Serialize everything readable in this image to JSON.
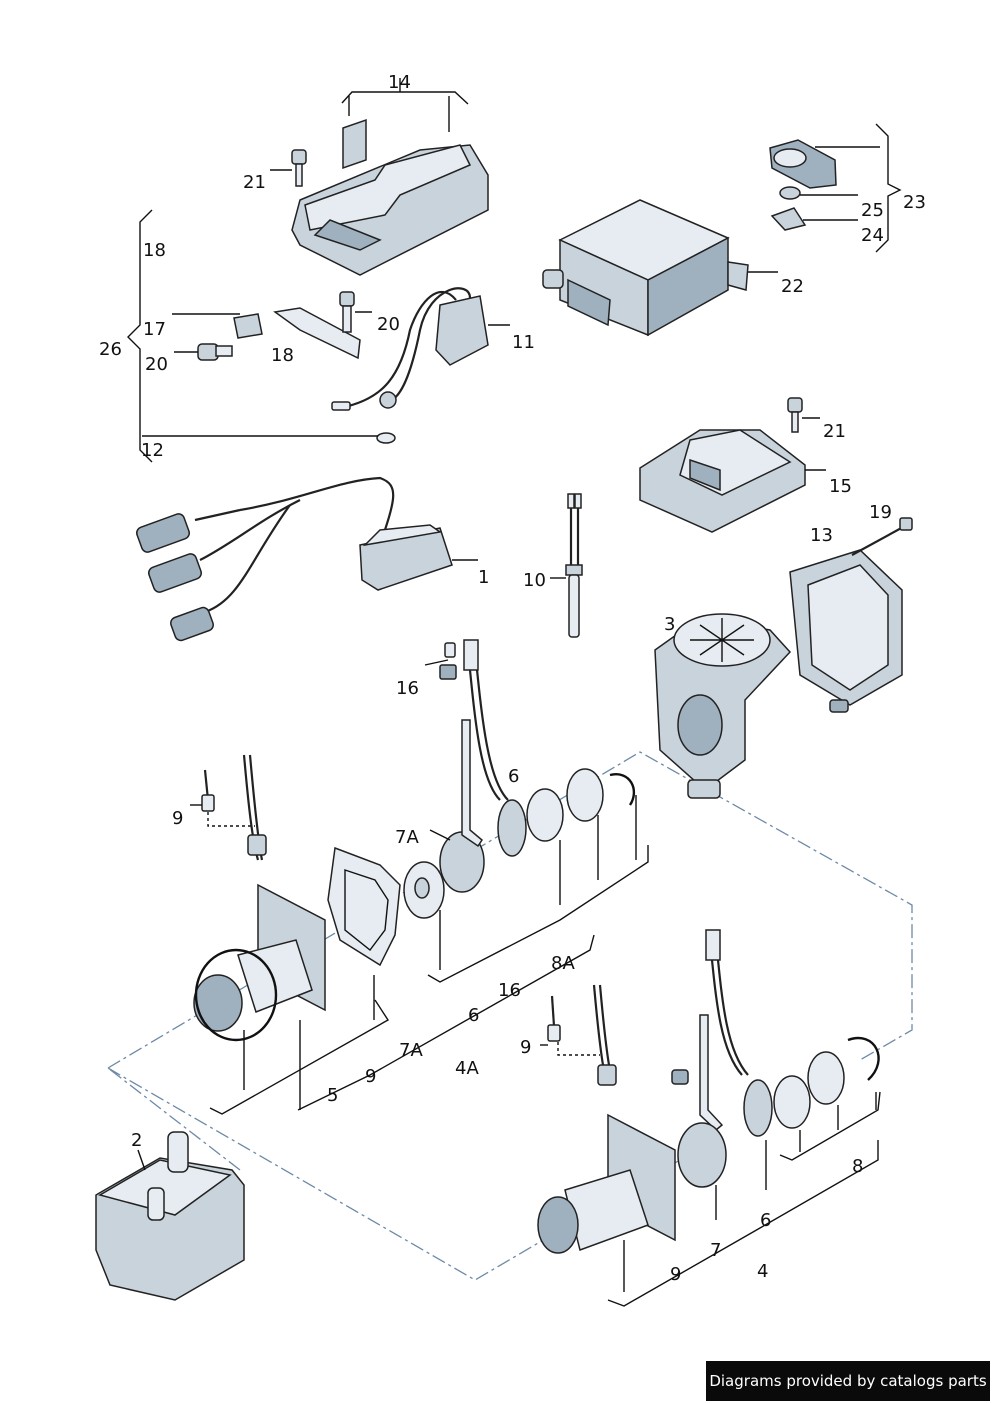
{
  "credit": "Diagrams provided by catalogs parts",
  "callouts": {
    "c14": "14",
    "c21a": "21",
    "c18a": "18",
    "c26": "26",
    "c17": "17",
    "c20a": "20",
    "c18b": "18",
    "c20b": "20",
    "c11": "11",
    "c12": "12",
    "c23": "23",
    "c25": "25",
    "c24": "24",
    "c22": "22",
    "c21b": "21",
    "c15": "15",
    "c1": "1",
    "c10": "10",
    "c19": "19",
    "c13": "13",
    "c3": "3",
    "c16a": "16",
    "c6a": "6",
    "c9a": "9",
    "c7Aa": "7A",
    "c8Aa": "8A",
    "c16b": "16",
    "c6b": "6",
    "c7Ab": "7A",
    "c9b": "9",
    "c4A": "4A",
    "c5": "5",
    "c9c": "9",
    "c2": "2",
    "c8b": "8",
    "c6c": "6",
    "c7b": "7",
    "c9d": "9",
    "c4": "4"
  }
}
